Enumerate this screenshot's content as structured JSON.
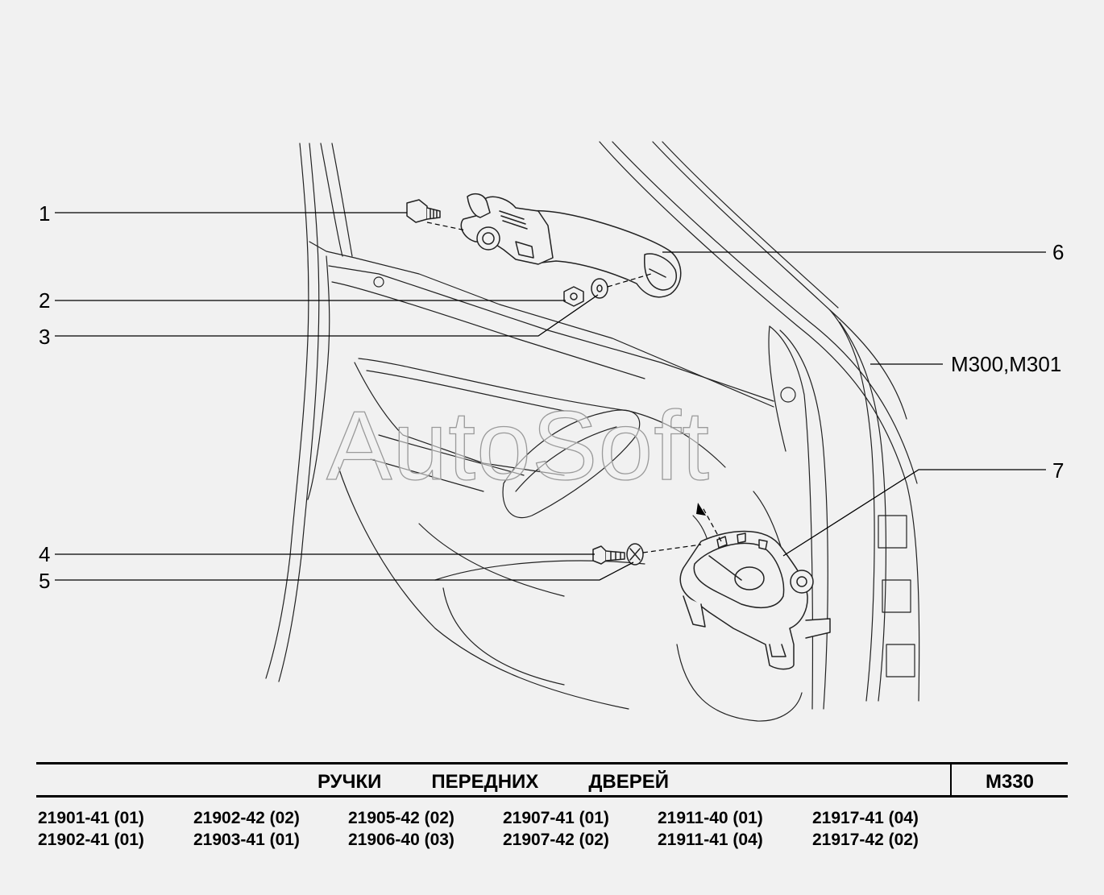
{
  "callouts": [
    "1",
    "2",
    "3",
    "4",
    "5",
    "6",
    "7"
  ],
  "reference_label": "M300,M301",
  "watermark": "AutoSoft",
  "title": "РУЧКИ   ПЕРЕДНИХ   ДВЕРЕЙ",
  "sheet_code": "M330",
  "models": [
    [
      "21901-41 (01)",
      "21902-41 (01)"
    ],
    [
      "21902-42 (02)",
      "21903-41 (01)"
    ],
    [
      "21905-42 (02)",
      "21906-40 (03)"
    ],
    [
      "21907-41 (01)",
      "21907-42 (02)"
    ],
    [
      "21911-40 (01)",
      "21911-41 (04)"
    ],
    [
      "21917-41 (04)",
      "21917-42 (02)"
    ]
  ]
}
